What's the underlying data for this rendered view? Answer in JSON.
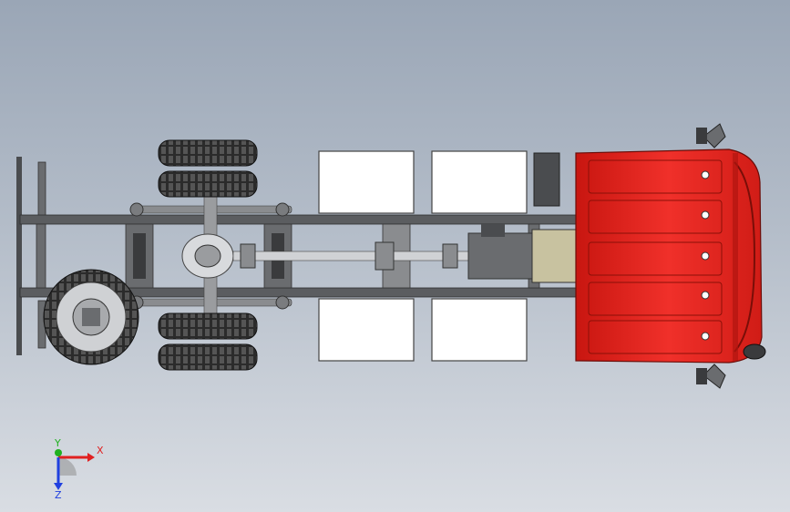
{
  "viewport": {
    "background_top": "#9aa6b6",
    "background_bottom": "#d9dde3"
  },
  "model": {
    "cab_color": "#e8261f",
    "frame_color": "#5b5d60",
    "tire_color": "#2b2b2b",
    "plate_color": "#ffffff"
  },
  "triad": {
    "x_label": "X",
    "y_label": "Y",
    "z_label": "Z",
    "x_color": "#e02020",
    "y_color": "#20b020",
    "z_color": "#2040e0"
  }
}
